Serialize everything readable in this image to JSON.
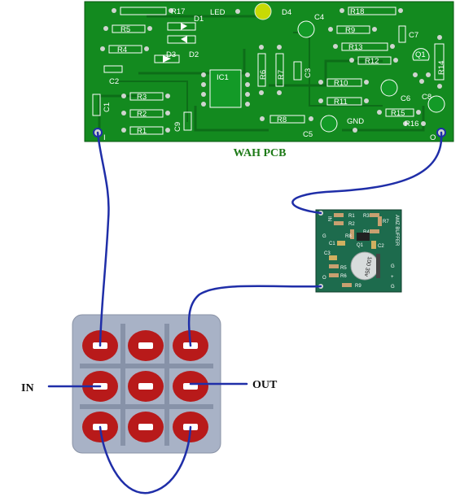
{
  "labels": {
    "board_title": "WAH PCB",
    "input": "IN",
    "output": "OUT",
    "buffer_title": "AMZ BUFFER",
    "buffer_cap": "100 35v"
  },
  "wah_pcb": {
    "resistors": [
      "R1",
      "R2",
      "R3",
      "R4",
      "R5",
      "R6",
      "R7",
      "R8",
      "R9",
      "R10",
      "R11",
      "R12",
      "R13",
      "R14",
      "R15",
      "R16",
      "R17",
      "R18"
    ],
    "capacitors": [
      "C1",
      "C2",
      "C3",
      "C4",
      "C5",
      "C6",
      "C7",
      "C8",
      "C9"
    ],
    "diodes": [
      "D1",
      "D2",
      "D3",
      "D4"
    ],
    "ic": "IC1",
    "transistor": "Q1",
    "pads": {
      "led": "LED",
      "gnd": "GND",
      "in": "I",
      "out": "O"
    }
  },
  "buffer_pcb": {
    "edge_labels": {
      "in": "IN",
      "out": "O",
      "g_left": "G",
      "g_right": "G",
      "plus": "+",
      "g_bottom": "G"
    },
    "resistors": [
      "R1",
      "R2",
      "R3",
      "R4",
      "R5",
      "R6",
      "R7",
      "R8",
      "R9"
    ],
    "capacitors": [
      "C1",
      "C2",
      "C3"
    ],
    "transistor": "Q1"
  },
  "colors": {
    "pcb_green": "#138a1f",
    "trace_green": "#0d6d18",
    "title_green": "#1d7a17",
    "wire_blue": "#1f2ea8",
    "lug_red": "#b81a1a",
    "switch_body": "#a8b2c6",
    "buffer_green": "#1d6b4d"
  }
}
